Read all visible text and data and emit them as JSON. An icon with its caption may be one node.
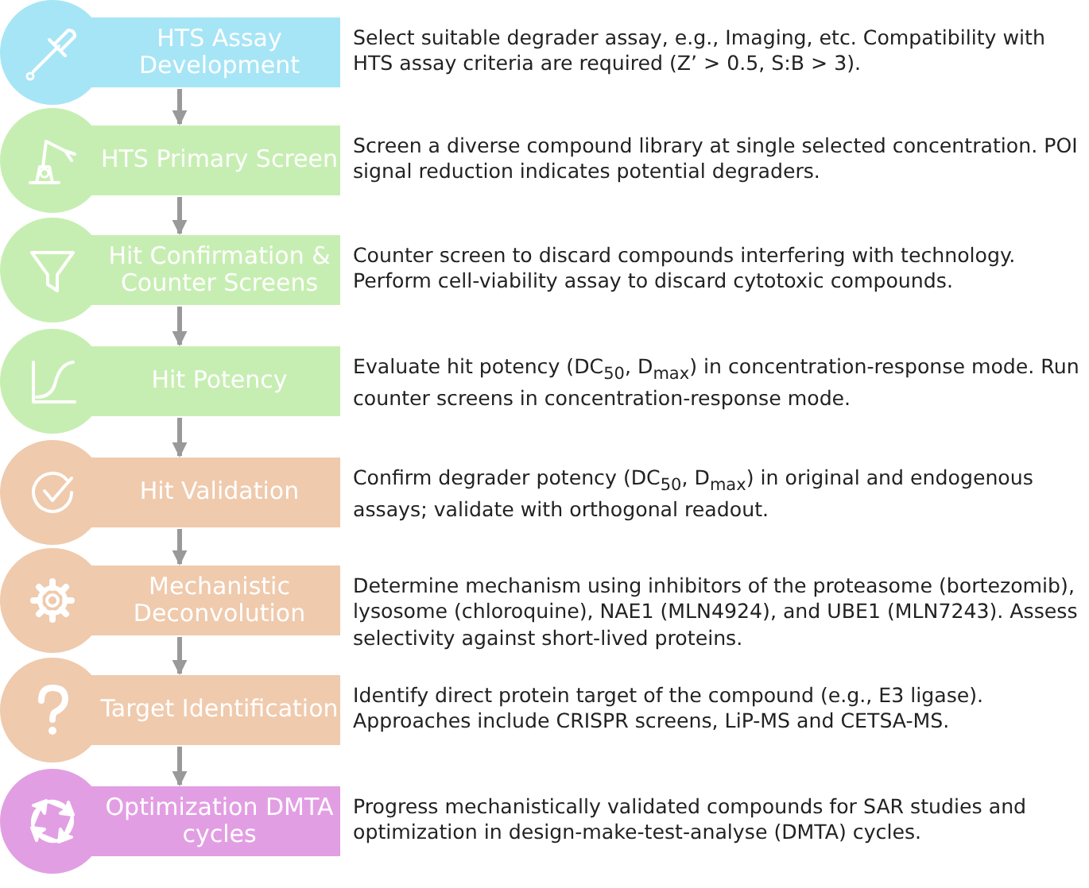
{
  "diagram": {
    "nodes": [
      {
        "text": [
          "HTS Assay Development"
        ],
        "beside": [
          "Select suitable degrader assay, e.g., Imaging, etc. Compatibility with HTS assay criteria are required (Z’ > 0.5, S:B > 3)."
        ]
      },
      {
        "text": [
          "HTS Primary Screen"
        ],
        "beside": [
          "Screen a diverse compound library at single selected concentration. POI signal reduction indicates potential degraders."
        ]
      },
      {
        "text": [
          "Hit Confirmation & Counter Screens"
        ],
        "beside": [
          "Counter screen to discard compounds interfering with technology. Perform cell-viability assay to discard cytotoxic compounds."
        ]
      },
      {
        "text": [
          "Hit Potency"
        ],
        "beside": [
          "Evaluate hit potency (DC$_{50}$, D$_{max}$) in concentration-response mode. Run counter screens in concentration-response mode."
        ]
      },
      {
        "text": [
          "Hit Validation"
        ],
        "beside": [
          "Confirm degrader potency (DC$_{50}$, D$_{max}$) in original and endogenous assays; validate with orthogonal readout."
        ]
      },
      {
        "text": [
          "Mechanistic Deconvolution"
        ],
        "beside": [
          "Determine mechanism using inhibitors of the proteasome (bortezomib), lysosome (chloroquine), NAE1 (MLN4924), and UBE1 (MLN7243). Assess selectivity against short-lived proteins."
        ]
      },
      {
        "text": [
          "Target Identification"
        ],
        "beside": [
          "Identify direct protein target of the compound (e.g., E3 ligase). Approaches include CRISPR screens, LiP-MS and CETSA-MS."
        ]
      },
      {
        "text": [
          "Optimization DMTA cycles"
        ],
        "beside": [
          "Progress mechanistically validated compounds for SAR studies and optimization in design-make-test-analyse (DMTA) cycles."
        ]
      }
    ],
    "edges": [
      {
        "from": 0,
        "to": 1,
        "arrow": "to"
      },
      {
        "from": 1,
        "to": 2,
        "arrow": "to"
      },
      {
        "from": 2,
        "to": 3,
        "arrow": "to"
      },
      {
        "from": 3,
        "to": 4,
        "arrow": "to"
      },
      {
        "from": 4,
        "to": 5,
        "arrow": "to"
      },
      {
        "from": 5,
        "to": 6,
        "arrow": "to"
      },
      {
        "from": 6,
        "to": 7,
        "arrow": "to"
      }
    ]
  }
}
